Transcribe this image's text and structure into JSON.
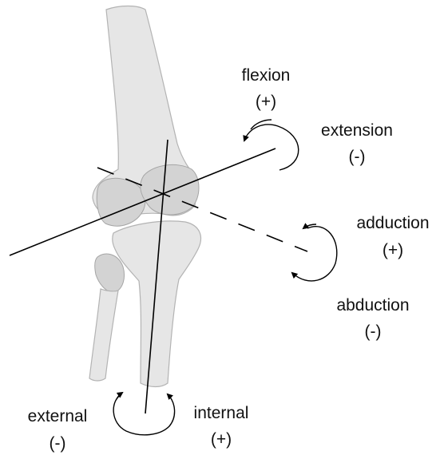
{
  "labels": {
    "flexion": "flexion",
    "flexion_sign": "(+)",
    "extension": "extension",
    "extension_sign": "(-)",
    "adduction": "adduction",
    "adduction_sign": "(+)",
    "abduction": "abduction",
    "abduction_sign": "(-)",
    "external": "external",
    "external_sign": "(-)",
    "internal": "internal",
    "internal_sign": "(+)"
  }
}
